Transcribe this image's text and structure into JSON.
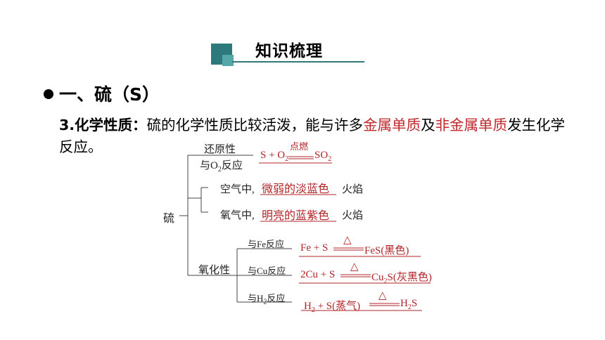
{
  "header": {
    "title": "知识梳理"
  },
  "section": {
    "title": "一、硫（S）"
  },
  "paragraph": {
    "label": "3.化学性质：",
    "text1": "硫的化学性质比较活泼，能与许多",
    "red1": "金属单质",
    "text2": "及",
    "red2": "非金属单质",
    "text3": "发生化学反应。"
  },
  "diagram": {
    "root": "硫",
    "reducing": {
      "label": "还原性",
      "sub_label_pre": "与O",
      "sub_label_sub": "2",
      "sub_label_post": "反应",
      "eq_left_pre": "S + O",
      "eq_left_sub": "2",
      "eq_condition": "点燃",
      "eq_right_pre": "SO",
      "eq_right_sub": "2"
    },
    "air": {
      "label": "空气中,",
      "answer": "微弱的淡蓝色",
      "suffix": "火焰"
    },
    "oxygen": {
      "label": "氧气中,",
      "answer": "明亮的蓝紫色",
      "suffix": "火焰"
    },
    "oxidizing": {
      "label": "氧化性",
      "fe": {
        "label": "与Fe反应",
        "eq_left": "Fe + S",
        "eq_condition": "△",
        "eq_right": "FeS(黑色)"
      },
      "cu": {
        "label": "与Cu反应",
        "eq_left": "2Cu + S",
        "eq_condition": "△",
        "eq_right_pre": "Cu",
        "eq_right_sub": "2",
        "eq_right_post": "S(灰黑色)"
      },
      "h2": {
        "label_pre": "与H",
        "label_sub": "2",
        "label_post": "反应",
        "eq_left_pre": "H",
        "eq_left_sub": "2",
        "eq_left_post": " + S(蒸气)",
        "eq_condition": "△",
        "eq_right_pre": "H",
        "eq_right_sub": "2",
        "eq_right_post": "S"
      }
    }
  }
}
